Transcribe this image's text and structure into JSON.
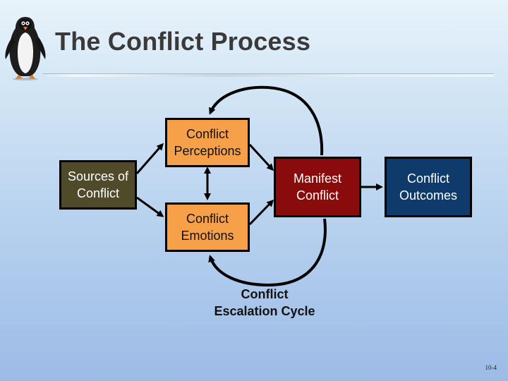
{
  "slide": {
    "title": "The Conflict Process",
    "page_number": "10-4"
  },
  "diagram": {
    "nodes": {
      "sources": "Sources of\nConflict",
      "perceptions": "Conflict\nPerceptions",
      "emotions": "Conflict\nEmotions",
      "manifest": "Manifest\nConflict",
      "outcomes": "Conflict\nOutcomes"
    },
    "cycle_label": "Conflict\nEscalation Cycle"
  },
  "colors": {
    "sources_fill": "#4f4a2a",
    "perception_emotion_fill": "#f6a04a",
    "manifest_fill": "#8a0b0b",
    "outcomes_fill": "#0f3a6c"
  },
  "icons": {
    "logo": "penguin-icon"
  }
}
